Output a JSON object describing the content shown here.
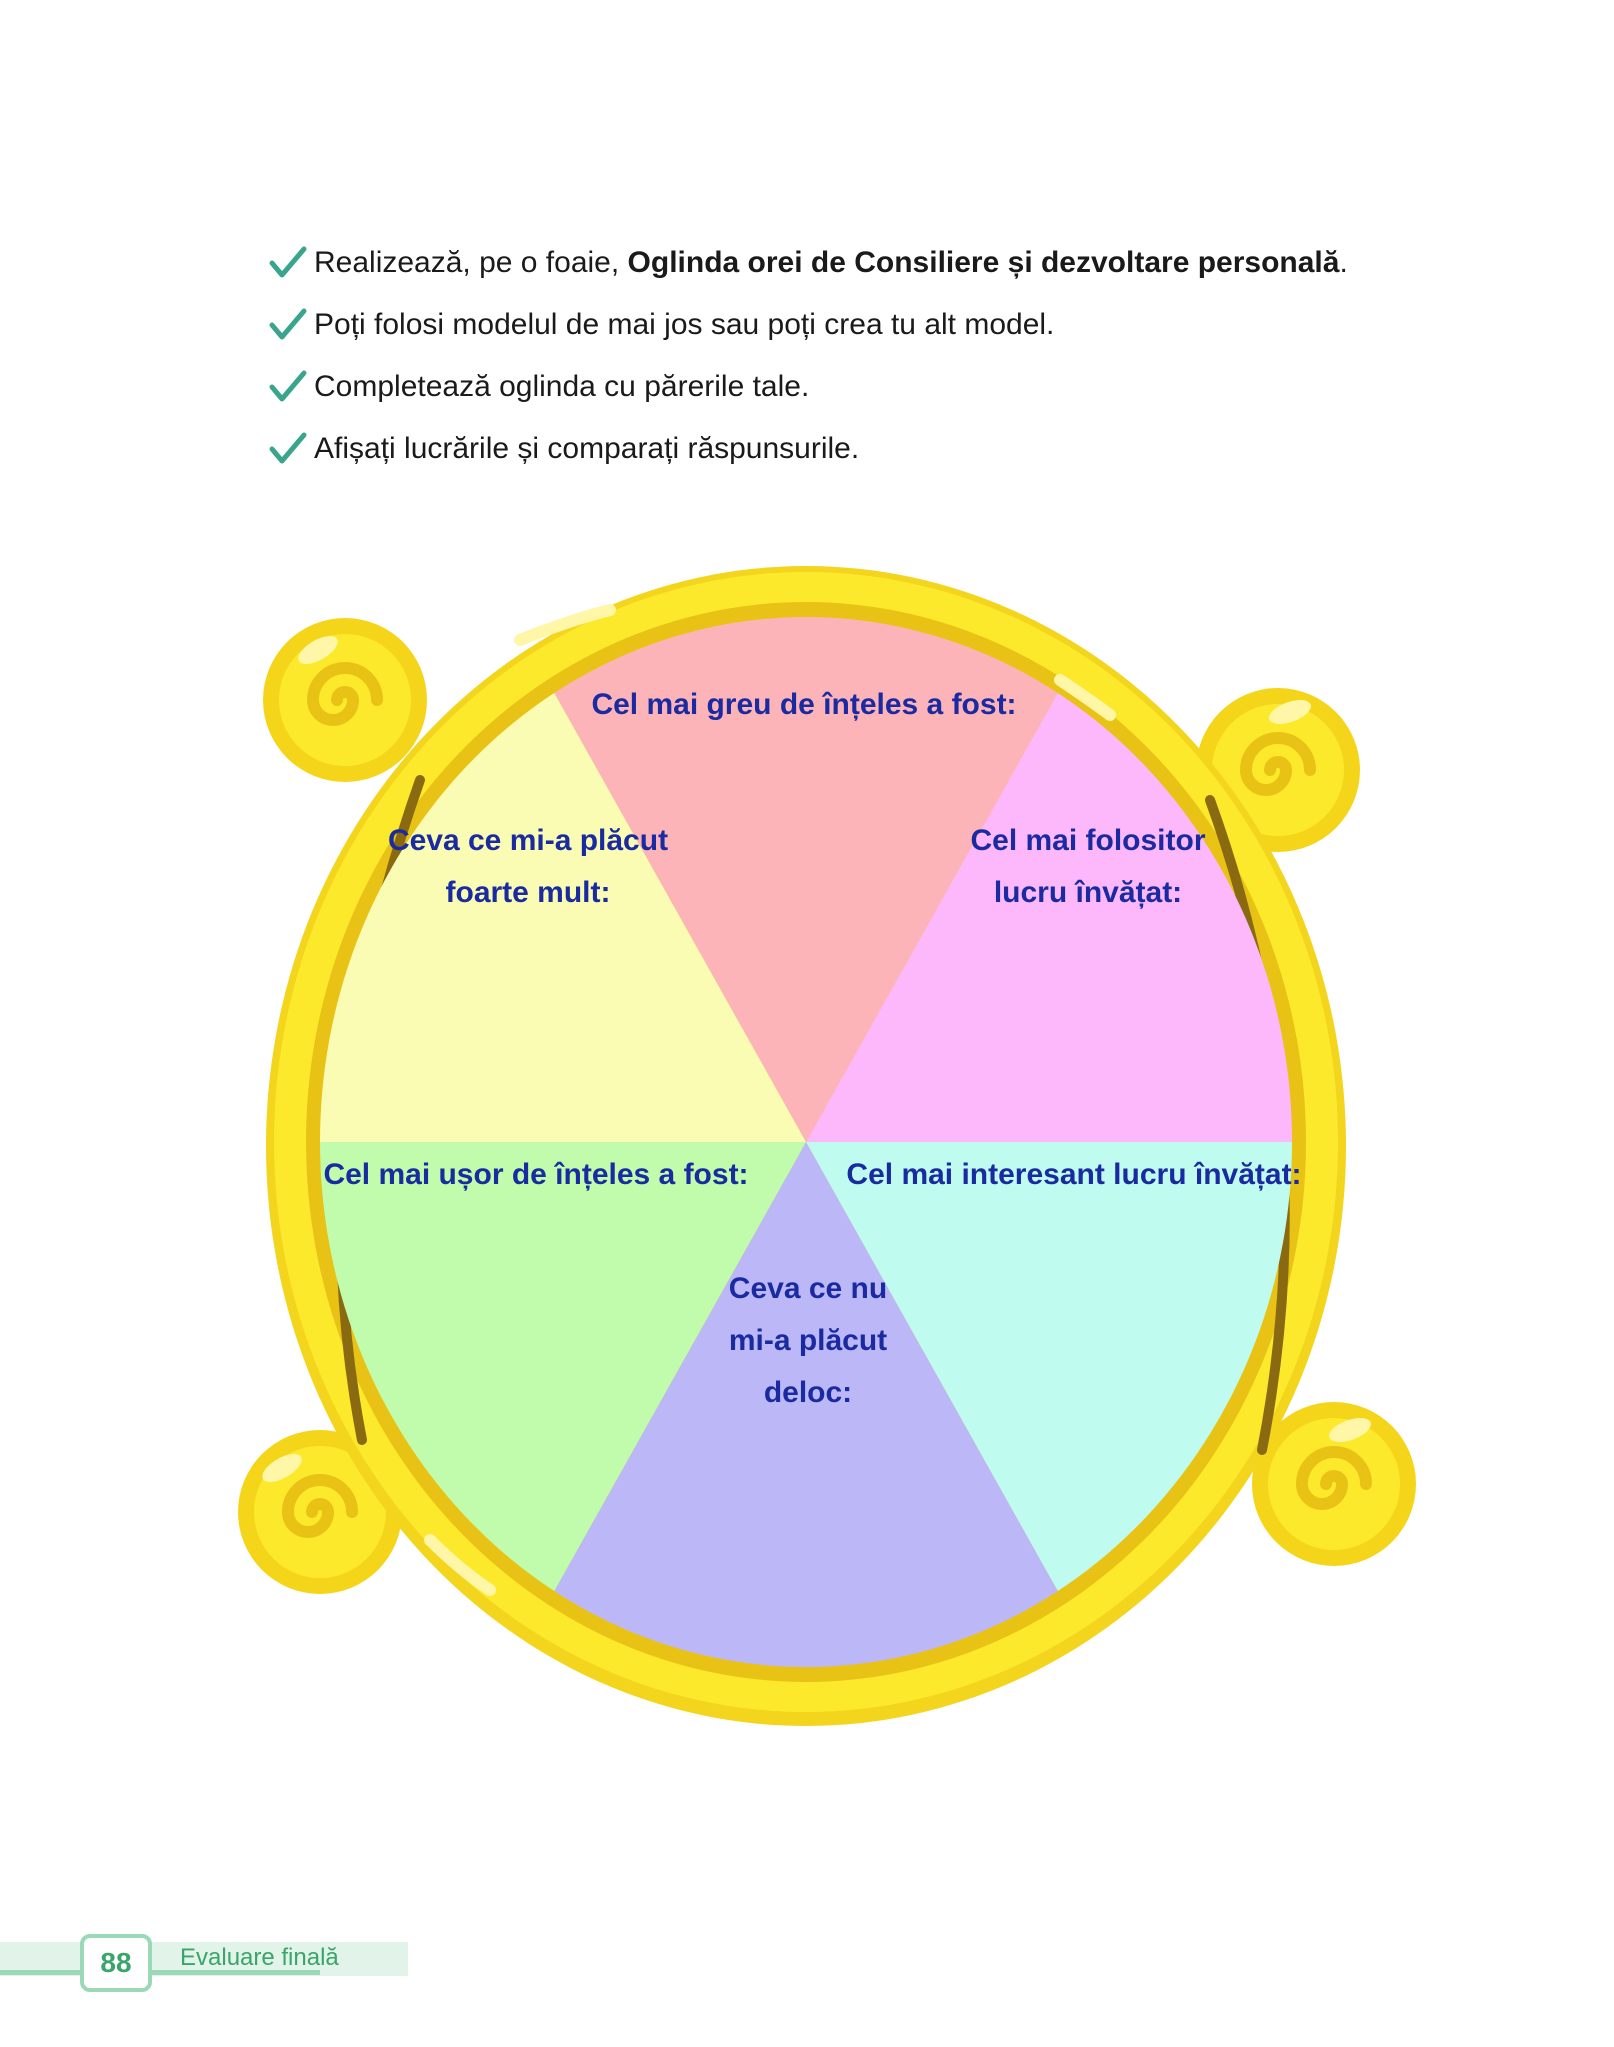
{
  "instructions": [
    {
      "prefix": "Realizează, pe o foaie, ",
      "bold": "Oglinda orei de Consiliere și dezvoltare personală",
      "suffix": "."
    },
    {
      "text": "Poți folosi modelul de mai jos sau poți crea tu alt model."
    },
    {
      "text": "Completează oglinda cu părerile tale."
    },
    {
      "text": "Afișați lucrările și comparați răspunsurile."
    }
  ],
  "icons": {
    "bullet": "check-icon"
  },
  "mirror": {
    "segments": [
      {
        "line1": "Cel mai greu de înțeles a fost:",
        "color": "#fcb4b8"
      },
      {
        "line1": "Cel mai folositor",
        "line2": "lucru învățat:",
        "color": "#fcb8fa"
      },
      {
        "line1": "Cel mai interesant lucru învățat:",
        "color": "#c0fbf0"
      },
      {
        "line1": "Ceva ce nu",
        "line2": "mi-a plăcut",
        "line3": "deloc:",
        "color": "#bcb8f8"
      },
      {
        "line1": "Cel mai ușor de înțeles a fost:",
        "color": "#c0fcac"
      },
      {
        "line1": "Ceva ce mi-a plăcut",
        "line2": "foarte mult:",
        "color": "#fbfcb4"
      }
    ],
    "frame_color": "#fde92c",
    "label_color": "#1a2aa0"
  },
  "footer": {
    "page_number": "88",
    "section": "Evaluare finală"
  }
}
